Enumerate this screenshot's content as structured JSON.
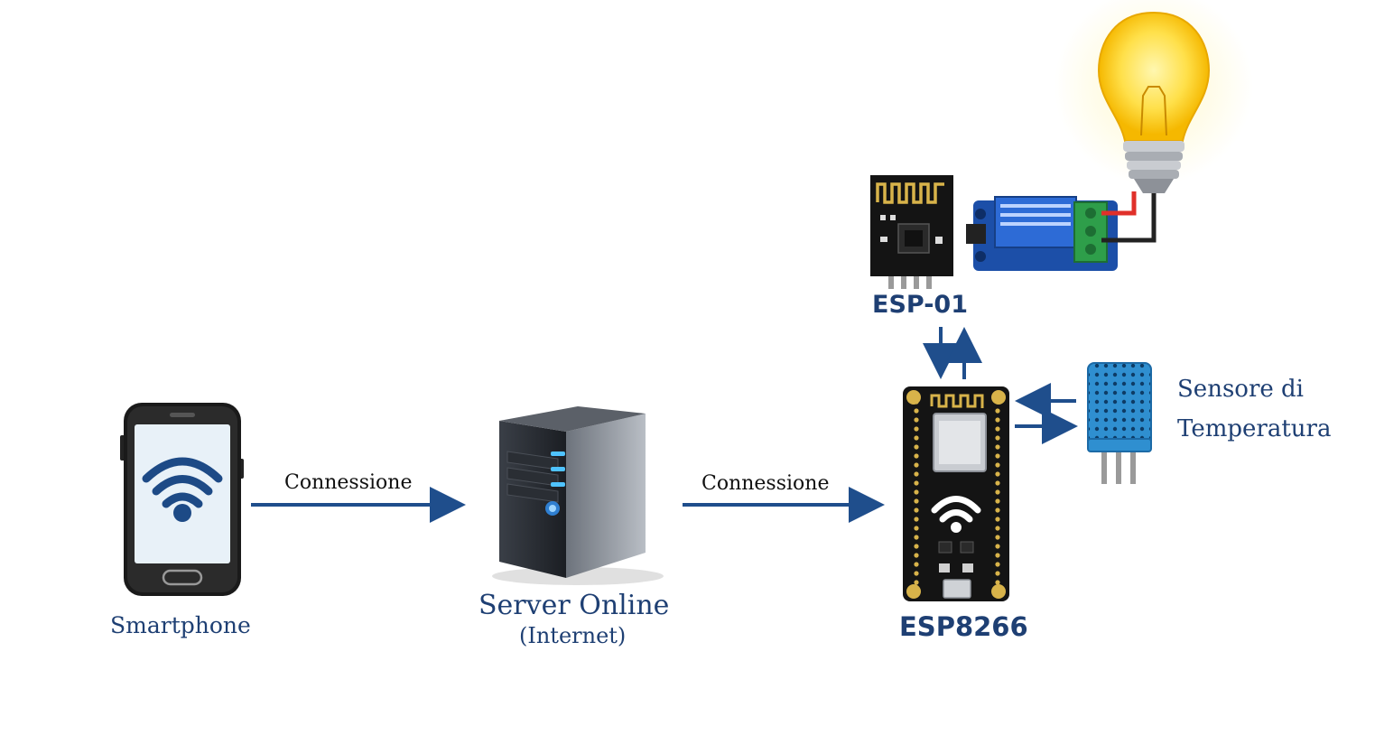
{
  "nodes": {
    "smartphone": {
      "label": "Smartphone"
    },
    "server": {
      "label": "Server Online",
      "sublabel": "(Internet)"
    },
    "esp8266": {
      "label": "ESP8266"
    },
    "esp01": {
      "label": "ESP-01"
    },
    "sensor": {
      "label_line1": "Sensore di",
      "label_line2": "Temperatura"
    }
  },
  "edges": {
    "phone_to_server": {
      "label": "Connessione"
    },
    "server_to_esp": {
      "label": "Connessione"
    }
  },
  "colors": {
    "label_text": "#1e3f73",
    "arrow": "#1f4e8c",
    "relay_blue": "#1c4fa8",
    "terminal_green": "#2e9e4a",
    "wire_red": "#e0302a",
    "sensor_blue": "#2f8fd0",
    "board_black": "#141414"
  },
  "icons": {
    "phone": "smartphone-icon",
    "wifi": "wifi-icon",
    "server": "server-tower-icon",
    "board": "nodemcu-board-icon",
    "module": "esp01-module-icon",
    "relay": "relay-module-icon",
    "bulb": "light-bulb-icon",
    "sensor": "dht-sensor-icon"
  }
}
